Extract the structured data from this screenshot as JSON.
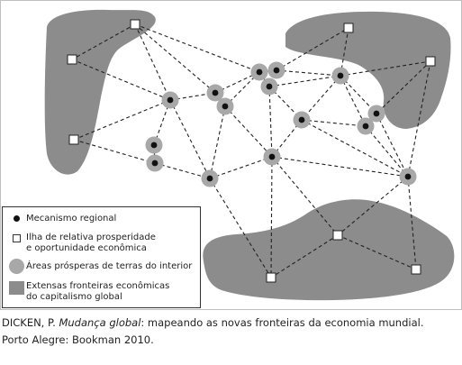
{
  "legend": {
    "regional_mechanism": "Mecanismo regional",
    "island_line1": "Ilha de relativa prosperidade",
    "island_line2": "e oportunidade econômica",
    "interior_areas": "Áreas prósperas de terras do interior",
    "frontiers_line1": "Extensas fronteiras econômicas",
    "frontiers_line2": "do capitalismo global"
  },
  "caption": {
    "author": "DICKEN, P.",
    "title": "Mudança global",
    "subtitle": ": mapeando as novas fronteiras da economia mundial.",
    "publisher": "Porto Alegre: Bookman 2010."
  },
  "colors": {
    "frontier_fill": "#8c8c8c",
    "interior_area_fill": "#a8a8a8",
    "mechanism_dot": "#111111",
    "network_line": "#222222"
  }
}
